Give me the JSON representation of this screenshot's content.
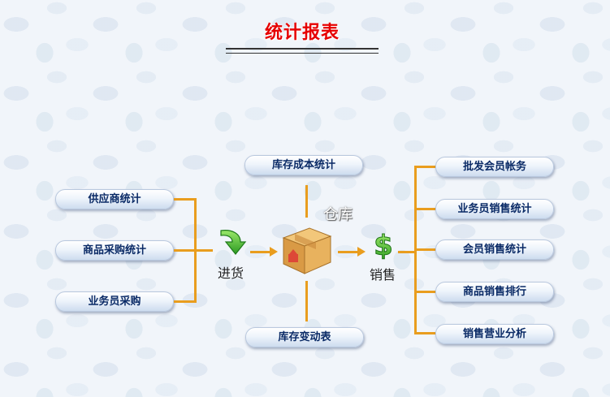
{
  "title": "统计报表",
  "left_items": [
    "供应商统计",
    "商品采购统计",
    "业务员采购"
  ],
  "top_item": "库存成本统计",
  "bottom_item": "库存变动表",
  "right_items": [
    "批发会员帐务",
    "业务员销售统计",
    "会员销售统计",
    "商品销售排行",
    "销售营业分析"
  ],
  "labels": {
    "purchase": "进货",
    "warehouse": "仓库",
    "sales": "销售"
  },
  "icons": {
    "purchase": "green-down-arrow-icon",
    "warehouse": "cardboard-box-icon",
    "sales": "green-dollar-icon"
  },
  "colors": {
    "title": "#e60000",
    "connector": "#e99d1e",
    "pill_text": "#0a2a66"
  }
}
